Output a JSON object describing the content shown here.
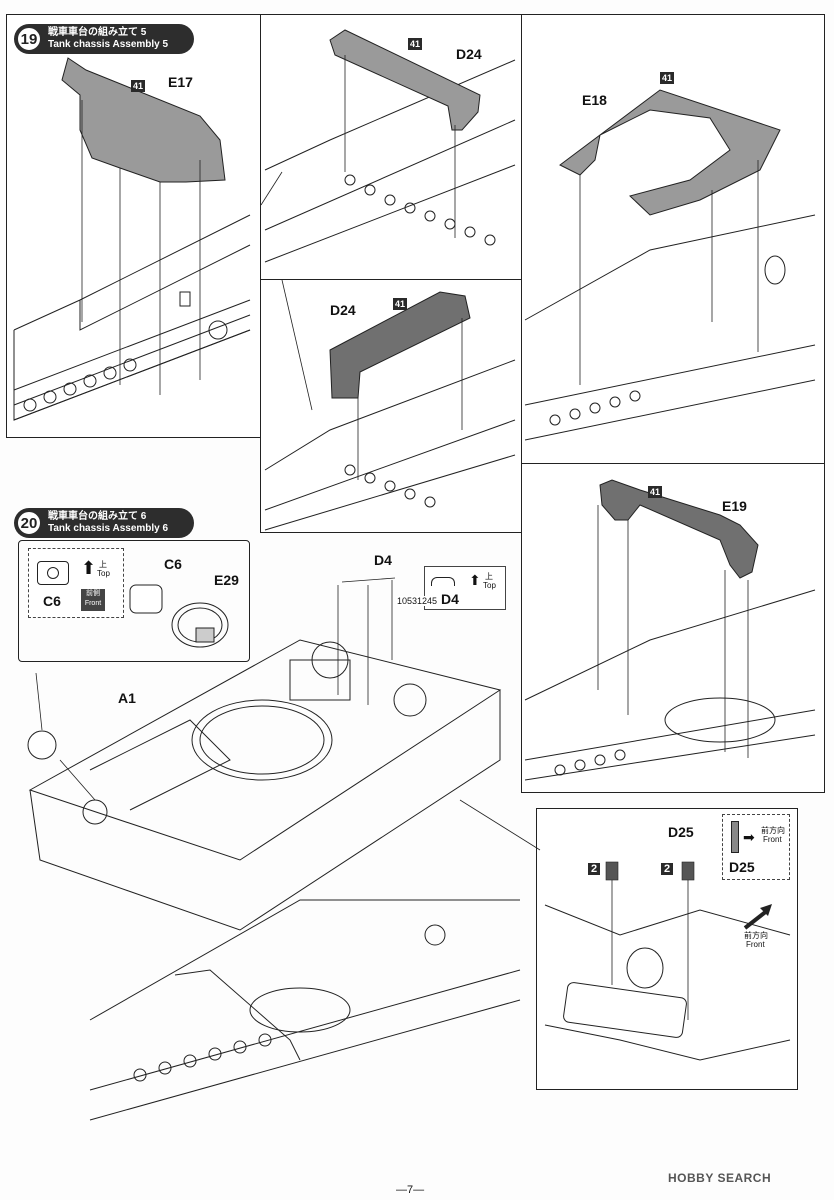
{
  "step19": {
    "number": "19",
    "title_jp": "戦車車台の組み立て 5",
    "title_en": "Tank chassis Assembly 5",
    "parts": {
      "e17": "E17",
      "d24_top": "D24",
      "d24_mid": "D24",
      "e18": "E18"
    },
    "sprue_tag": "41"
  },
  "step20": {
    "number": "20",
    "title_jp": "戦車車台の組み立て 6",
    "title_en": "Tank chassis Assembly 6",
    "parts": {
      "c6": "C6",
      "e29": "E29",
      "d4": "D4",
      "a1": "A1",
      "e19": "E19",
      "d25": "D25",
      "d25_callout": "D25"
    },
    "c6_callout": {
      "label": "C6",
      "top_jp": "上",
      "top_en": "Top",
      "front_jp": "前側",
      "front_en": "Front"
    },
    "d4_callout": {
      "label": "D4",
      "overlay_text": "10531245",
      "top_jp": "上",
      "top_en": "Top"
    },
    "d25_callout_box": {
      "dir_jp": "前方向",
      "dir_en": "Front"
    },
    "front_arrow": {
      "jp": "前方向",
      "en": "Front"
    },
    "qty_tag": "2"
  },
  "footer": {
    "page_number": "—7—",
    "watermark": "HOBBY SEARCH"
  },
  "colors": {
    "part_gray": "#9a9a9a",
    "dark_gray": "#707070",
    "line": "#222222"
  }
}
